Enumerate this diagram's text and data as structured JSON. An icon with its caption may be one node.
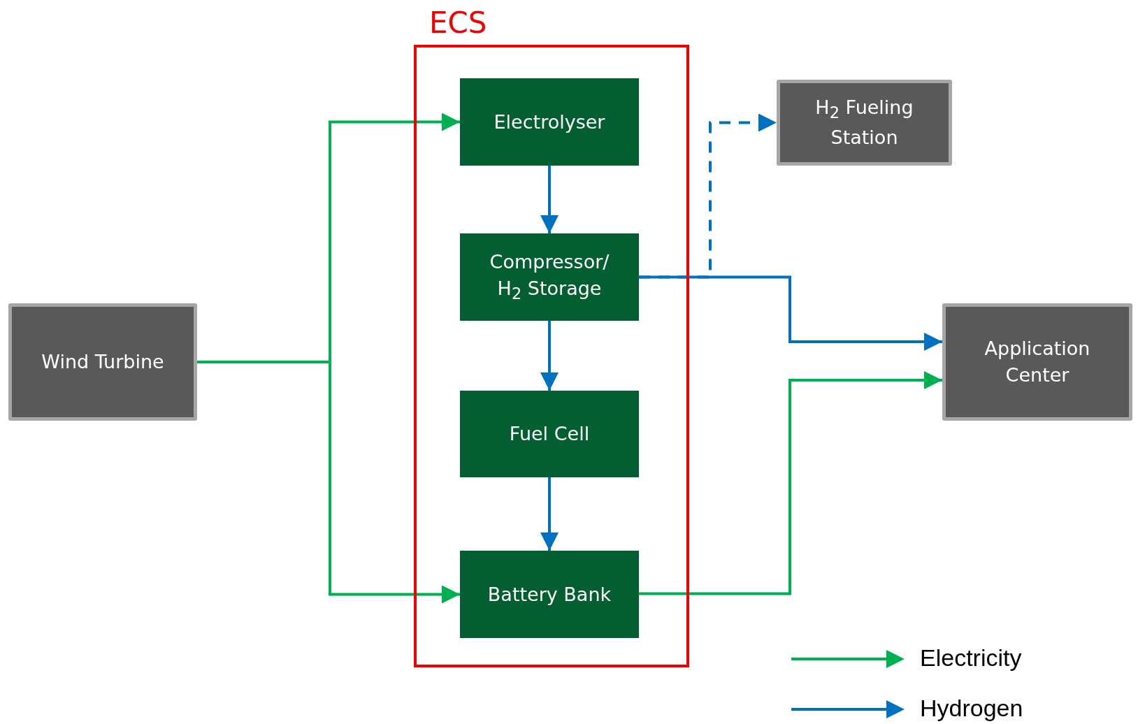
{
  "diagram": {
    "nodes": [
      {
        "text": [
          "ECS"
        ]
      },
      {
        "text": [
          "Electrolyser"
        ],
        "in": 0
      },
      {
        "text": [
          "Compressor/ H$_{2}$ Storage"
        ],
        "in": 0
      },
      {
        "text": [
          "Fuel Cell"
        ],
        "in": 0
      },
      {
        "text": [
          "Battery Bank"
        ],
        "in": 0
      },
      {
        "text": [
          "Wind Turbine"
        ]
      },
      {
        "text": [
          "H$_{2}$ Fueling Station"
        ]
      },
      {
        "text": [
          "Application Center"
        ]
      }
    ],
    "edges": [
      {
        "from": 5,
        "to": 1,
        "arrow": "to",
        "color": "#00b050"
      },
      {
        "from": 5,
        "to": 4,
        "arrow": "to",
        "color": "#00b050"
      },
      {
        "from": 1,
        "to": 2,
        "arrow": "to"
      },
      {
        "from": 2,
        "to": 3,
        "arrow": "to"
      },
      {
        "from": 3,
        "to": 4,
        "arrow": "to"
      },
      {
        "from": 2,
        "to": 6,
        "arrow": "to",
        "style": "dashed"
      },
      {
        "from": 2,
        "to": 7,
        "arrow": "to"
      },
      {
        "from": 4,
        "to": 7,
        "arrow": "to",
        "color": "#00b050"
      }
    ],
    "legend": [
      {
        "text": "Electricity",
        "color": "#00b050"
      },
      {
        "text": "Hydrogen",
        "color": "#0070c0"
      }
    ]
  }
}
